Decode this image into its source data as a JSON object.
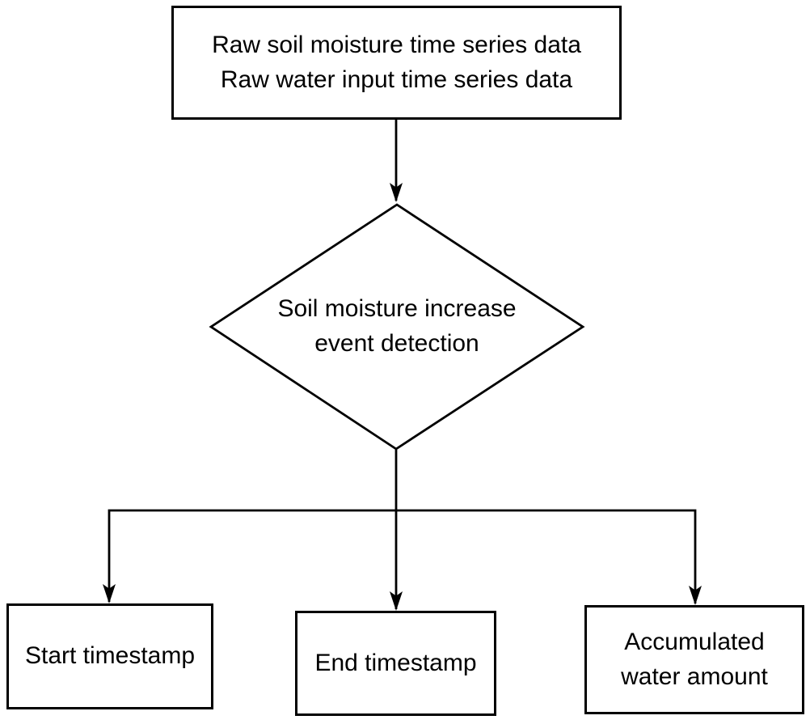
{
  "diagram": {
    "background_color": "#ffffff",
    "line_color": "#000000",
    "text_color": "#000000",
    "nodes": {
      "input_data": {
        "type": "process-rectangle",
        "lines": [
          "Raw soil moisture time series data",
          "Raw water input time series data"
        ]
      },
      "event_detection": {
        "type": "decision-diamond",
        "lines": [
          "Soil moisture increase",
          "event detection"
        ]
      },
      "start_timestamp": {
        "type": "output-rectangle",
        "label": "Start timestamp"
      },
      "end_timestamp": {
        "type": "output-rectangle",
        "label": "End timestamp"
      },
      "accumulated_water": {
        "type": "output-rectangle",
        "lines": [
          "Accumulated",
          "water amount"
        ]
      }
    },
    "edges": [
      {
        "from": "input_data",
        "to": "event_detection"
      },
      {
        "from": "event_detection",
        "to": "start_timestamp"
      },
      {
        "from": "event_detection",
        "to": "end_timestamp"
      },
      {
        "from": "event_detection",
        "to": "accumulated_water"
      }
    ]
  }
}
